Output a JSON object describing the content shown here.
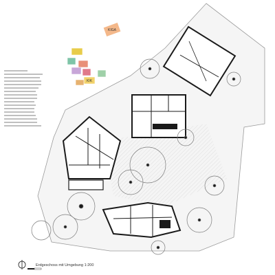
{
  "caption": "Erdgeschoss mit Umgebung 1:200",
  "legend_blocks": [
    {
      "color": "#f4b88a",
      "label": "KIGA"
    },
    {
      "color": "#e8cc4a",
      "label": ""
    },
    {
      "color": "#7fc4a8",
      "label": ""
    },
    {
      "color": "#e89078",
      "label": ""
    },
    {
      "color": "#c8a6d8",
      "label": ""
    },
    {
      "color": "#e07a8a",
      "label": ""
    },
    {
      "color": "#f2d26a",
      "label": "KIK"
    },
    {
      "color": "#9fd0a8",
      "label": ""
    },
    {
      "color": "#e6b270",
      "label": ""
    }
  ],
  "colors": {
    "wall": "#1a1a1a",
    "ground": "#c9c9c9",
    "vegetation": "#9a9a9a"
  },
  "icons": {
    "north_arrow": "north-arrow-icon"
  }
}
